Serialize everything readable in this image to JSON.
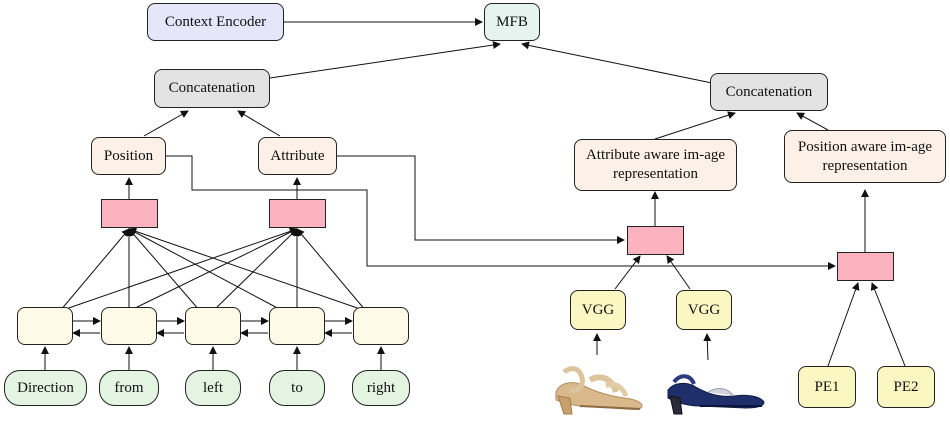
{
  "top": {
    "context_encoder": "Context Encoder",
    "mfb": "MFB"
  },
  "left": {
    "concatenation": "Concatenation",
    "position": "Position",
    "attribute": "Attribute",
    "words": [
      "Direction",
      "from",
      "left",
      "to",
      "right"
    ]
  },
  "right": {
    "concatenation": "Concatenation",
    "attribute_aware": "Attribute aware im-age representation",
    "position_aware": "Position aware im-age representation",
    "vgg1": "VGG",
    "vgg2": "VGG",
    "pe1": "PE1",
    "pe2": "PE2"
  },
  "colors": {
    "context_encoder": "#e6e6fb",
    "mfb": "#e6f4f0",
    "concat": "#e3e3e3",
    "position_attr": "#fdf0e6",
    "lstm_cell": "#fdfbe8",
    "vgg_pe": "#fbf7c2",
    "word": "#e3f5e1",
    "fusion": "#fbb4bf"
  },
  "images": [
    "sandal-image",
    "heel-image"
  ]
}
